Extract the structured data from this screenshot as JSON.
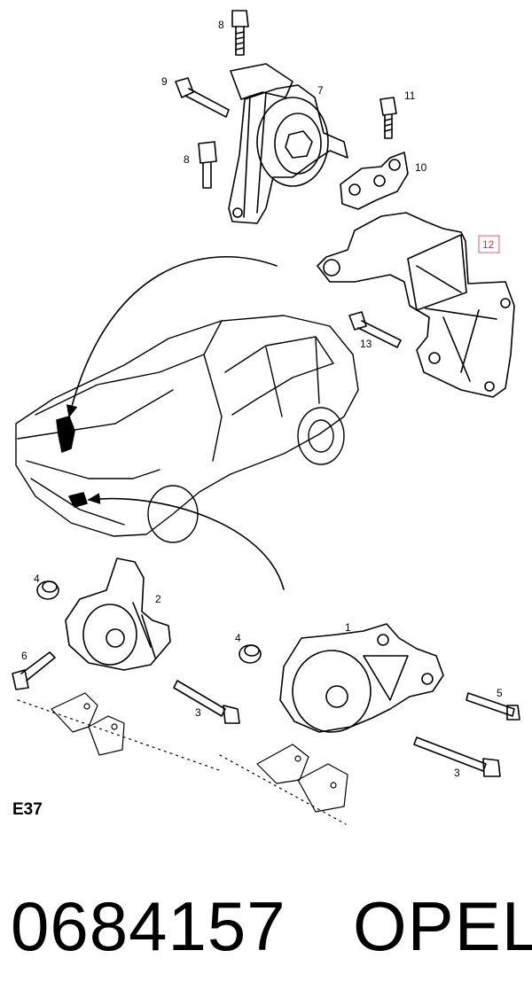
{
  "diagram": {
    "section_code": "E37",
    "callouts": {
      "c1": "1",
      "c2": "2",
      "c3a": "3",
      "c3b": "3",
      "c4a": "4",
      "c4b": "4",
      "c5": "5",
      "c6": "6",
      "c7": "7",
      "c8a": "8",
      "c8b": "8",
      "c9": "9",
      "c10": "10",
      "c11": "11",
      "c12": "12",
      "c13": "13"
    },
    "highlight_color": "#e35d6a"
  },
  "footer": {
    "part_number": "0684157",
    "brand": "OPEL"
  }
}
